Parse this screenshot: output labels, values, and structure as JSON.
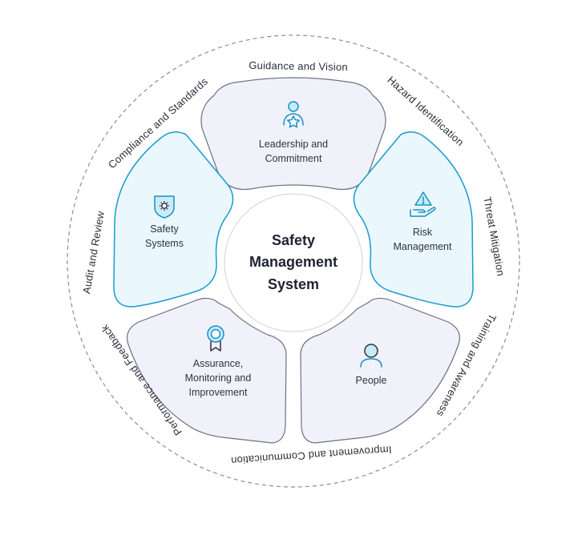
{
  "center": {
    "line1": "Safety",
    "line2": "Management",
    "line3": "System"
  },
  "segments": {
    "leadership": {
      "line1": "Leadership and",
      "line2": "Commitment",
      "icon": "user-star-icon"
    },
    "risk": {
      "line1": "Risk",
      "line2": "Management",
      "icon": "hand-warning-icon"
    },
    "people": {
      "line1": "People",
      "icon": "person-icon"
    },
    "assurance": {
      "line1": "Assurance,",
      "line2": "Monitoring and",
      "line3": "Improvement",
      "icon": "award-ribbon-icon"
    },
    "systems": {
      "line1": "Safety",
      "line2": "Systems",
      "icon": "shield-gear-icon"
    }
  },
  "outer_ring": {
    "guidance": "Guidance and Vision",
    "hazard": "Hazard Identification",
    "threat": "Threat Mitigation",
    "training": "Training and Awareness",
    "improvement": "Improvement and Communication",
    "performance": "Performance and Feedback",
    "audit": "Audit and Review",
    "compliance": "Compliance and Standards"
  },
  "colors": {
    "segment_fill": "#f1f1f9",
    "segment_stroke": "#6e7185",
    "highlight_fill": "#eaf7fd",
    "highlight_stroke": "#1a9bd0",
    "icon_color": "#1592c8",
    "dashed_ring": "#8a8d99"
  }
}
